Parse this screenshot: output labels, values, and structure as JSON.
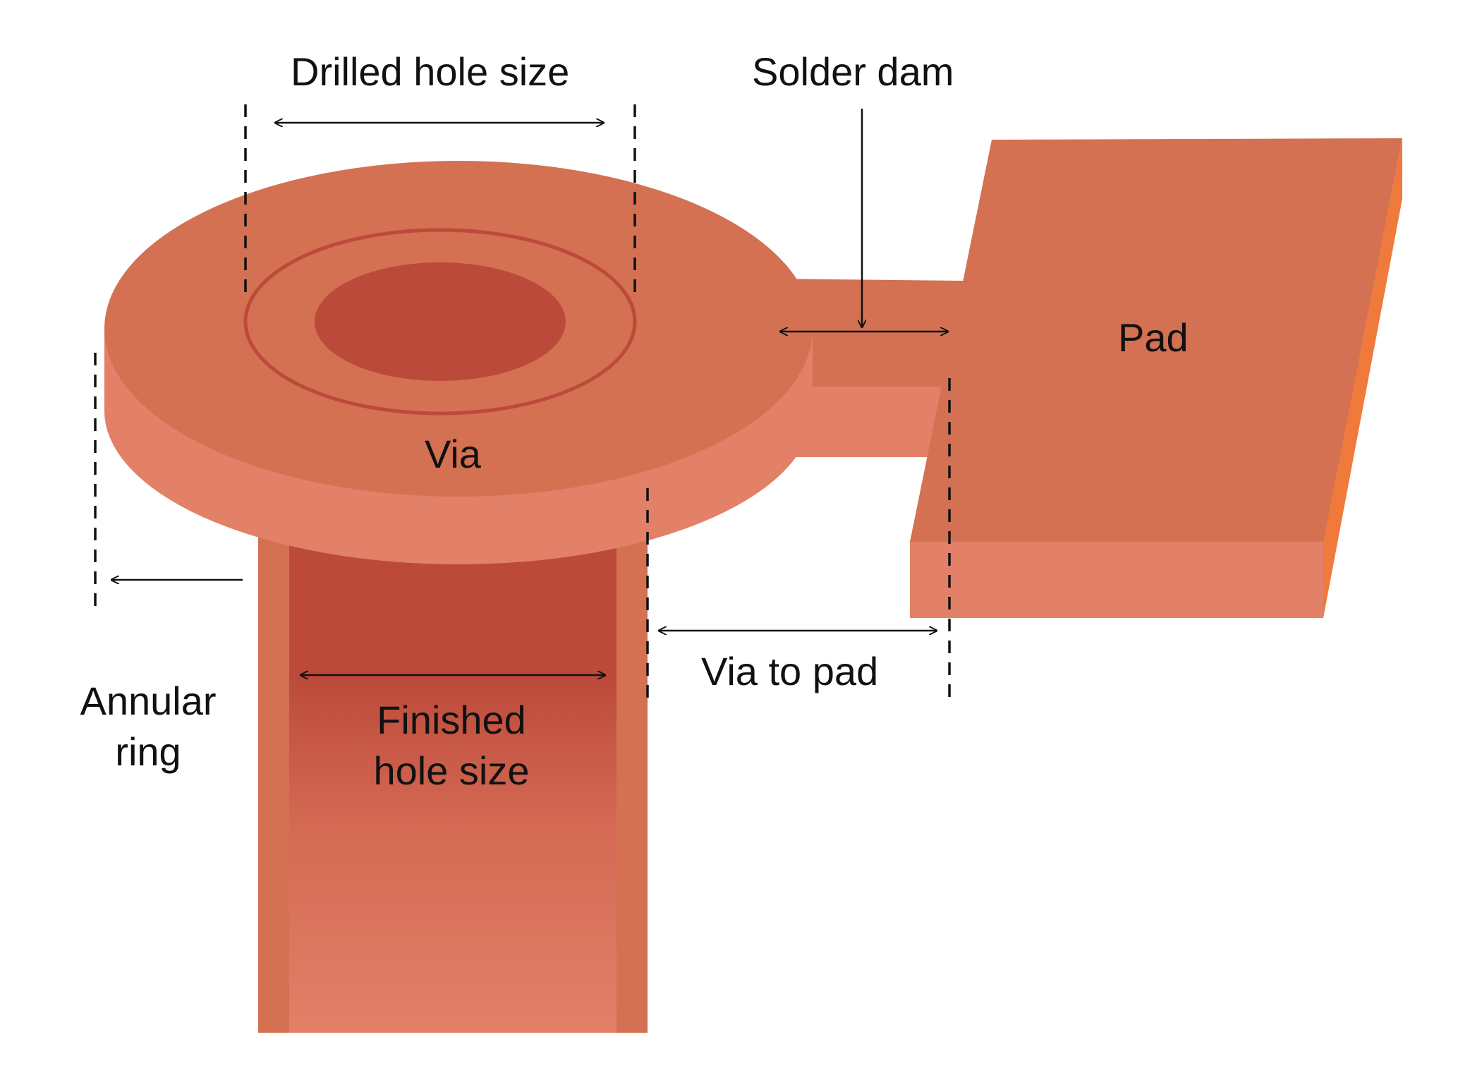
{
  "labels": {
    "drilled_hole_size": "Drilled hole size",
    "solder_dam": "Solder dam",
    "pad": "Pad",
    "via": "Via",
    "annular_ring_line1": "Annular",
    "annular_ring_line2": "ring",
    "via_to_pad": "Via to pad",
    "finished_hole_line1": "Finished",
    "finished_hole_line2": "hole size"
  },
  "colors": {
    "copper_top": "#d37152",
    "copper_side": "#e28068",
    "copper_hole": "#bc4a3a",
    "pad_edge": "#f07a3c",
    "annotation": "#111111"
  }
}
